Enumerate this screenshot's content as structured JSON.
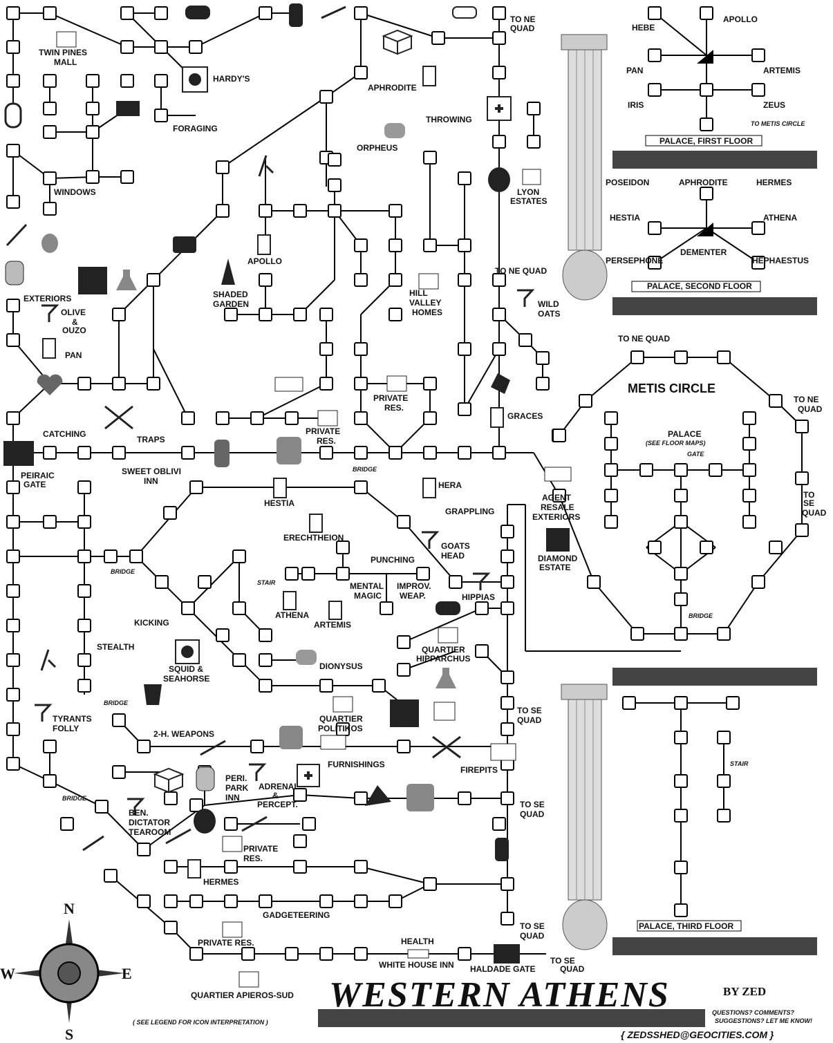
{
  "title": "WESTERN ATHENS",
  "byline": "BY ZED",
  "contact": "{ ZEDSSHED@GEOCITIES.COM }",
  "feedback": [
    "QUESTIONS? COMMENTS?",
    "SUGGESTIONS? LET ME KNOW!"
  ],
  "legend_note": "( SEE LEGEND FOR ICON INTERPRETATION )",
  "compass": {
    "n": "N",
    "s": "S",
    "e": "E",
    "w": "W"
  },
  "palace": {
    "first_floor": "PALACE, FIRST FLOOR",
    "second_floor": "PALACE, SECOND FLOOR",
    "third_floor": "PALACE, THIRD FLOOR",
    "first_rooms": [
      "HEBE",
      "APOLLO",
      "PAN",
      "ARTEMIS",
      "IRIS",
      "ZEUS"
    ],
    "to_metis": "TO METIS CIRCLE",
    "second_rooms": [
      "POSEIDON",
      "APHRODITE",
      "HERMES",
      "HESTIA",
      "ATHENA",
      "PERSEPHONE",
      "DEMENTER",
      "HEPHAESTUS"
    ],
    "stair": "STAIR"
  },
  "metis": {
    "title": "METIS CIRCLE",
    "palace": "PALACE",
    "palace_note": "(SEE FLOOR MAPS)",
    "gate": "GATE",
    "bridge": "BRIDGE"
  },
  "labels": {
    "twin_pines": [
      "TWIN PINES",
      "MALL"
    ],
    "hardys": "HARDY'S",
    "foraging": "FORAGING",
    "windows": "WINDOWS",
    "exteriors": "EXTERIORS",
    "olive": [
      "OLIVE",
      "&",
      "OUZO"
    ],
    "pan": "PAN",
    "catching": "CATCHING",
    "traps": "TRAPS",
    "sweet": [
      "SWEET OBLIVI",
      "INN"
    ],
    "peiraic": [
      "PEIRAIC",
      "GATE"
    ],
    "aphrodite": "APHRODITE",
    "throwing": "THROWING",
    "orpheus": "ORPHEUS",
    "apollo": "APOLLO",
    "shaded": [
      "SHADED",
      "GARDEN"
    ],
    "hill": [
      "HILL",
      "VALLEY",
      "HOMES"
    ],
    "lyon": [
      "LYON",
      "ESTATES"
    ],
    "to_ne_quad": "TO NE QUAD",
    "to_ne_quad2": [
      "TO NE",
      "QUAD"
    ],
    "wild": [
      "WILD",
      "OATS"
    ],
    "private_res": [
      "PRIVATE",
      "RES."
    ],
    "graces": "GRACES",
    "agent": [
      "AGENT",
      "RESALE",
      "EXTERIORS"
    ],
    "diamond": [
      "DIAMOND",
      "ESTATE"
    ],
    "to_se_quad": [
      "TO",
      "SE",
      "QUAD"
    ],
    "hestia": "HESTIA",
    "hera": "HERA",
    "grappling": "GRAPPLING",
    "goats": [
      "GOATS",
      "HEAD"
    ],
    "erechtheion": "ERECHTHEION",
    "punching": "PUNCHING",
    "mental": [
      "MENTAL",
      "MAGIC"
    ],
    "improv": [
      "IMPROV.",
      "WEAP."
    ],
    "athena": "ATHENA",
    "artemis": "ARTEMIS",
    "hippias": "HIPPIAS",
    "quartier_hipp": [
      "QUARTIER",
      "HIPPARCHUS"
    ],
    "dionysus": "DIONYSUS",
    "stealth": "STEALTH",
    "kicking": "KICKING",
    "squid": [
      "SQUID &",
      "SEAHORSE"
    ],
    "tyrants": [
      "TYRANTS",
      "FOLLY"
    ],
    "two_h": "2-H. WEAPONS",
    "quartier_pol": [
      "QUARTIER",
      "POLITIKOS"
    ],
    "furnishings": "FURNISHINGS",
    "firepits": "FIREPITS",
    "se_quad": [
      "TO SE",
      "QUAD"
    ],
    "peri": [
      "PERI.",
      "PARK",
      "INN"
    ],
    "adrenal": [
      "ADRENAL",
      "&",
      "PERCEPT."
    ],
    "ben": [
      "BEN.",
      "DICTATOR",
      "TEAROOM"
    ],
    "hermes": "HERMES",
    "gadgeteering": "GADGETEERING",
    "private_res_sw": "PRIVATE RES.",
    "health": "HEALTH",
    "white_house": "WHITE HOUSE INN",
    "haldade": "HALDADE GATE",
    "apieros": "QUARTIER APIEROS-SUD",
    "bridge": "BRIDGE",
    "stair": "STAIR"
  }
}
